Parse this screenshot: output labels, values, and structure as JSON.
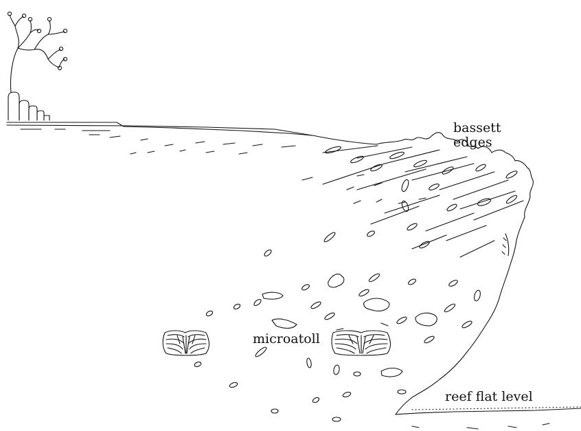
{
  "labels": {
    "bassett_line1": "bassett",
    "bassett_line2": "edges",
    "microatoll": "microatoll",
    "reef_flat": "reef flat level"
  },
  "colors": {
    "ink": "#111111",
    "background": "#ffffff"
  },
  "icons": {
    "tree": "tree-icon",
    "microatoll": "microatoll-icon"
  }
}
